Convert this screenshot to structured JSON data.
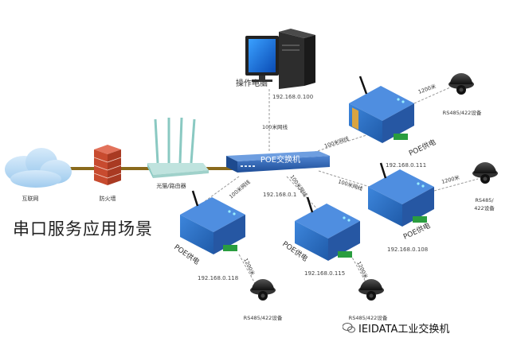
{
  "title": "串口服务应用场景",
  "watermark": "IEIDATA工业交换机",
  "nodes": {
    "internet": "互联网",
    "firewall": "防火墙",
    "router": "光猫/路由器",
    "pc": "操作电脑",
    "switch": "POE交换机",
    "switch_ip": "192.168.0.1",
    "pc_ip": "192.168.0.100"
  },
  "links": {
    "pc_switch": "100米网线",
    "sw_s1": "100米网线",
    "sw_s2": "100米网线",
    "sw_s3": "100米网线",
    "sw_s4": "100米网线"
  },
  "servers": [
    {
      "id": "s1",
      "ip": "192.168.0.111",
      "poe": "POE供电",
      "cable": "1200米",
      "device": "RS485/422设备"
    },
    {
      "id": "s2",
      "ip": "192.168.0.108",
      "poe": "POE供电",
      "cable": "1200米",
      "device": "RS485/\n422设备"
    },
    {
      "id": "s3",
      "ip": "192.168.0.115",
      "poe": "POE供电",
      "cable": "1200米",
      "device": "RS485/422设备"
    },
    {
      "id": "s4",
      "ip": "192.168.0.118",
      "poe": "POE供电",
      "cable": "1200米",
      "device": "RS485/422设备"
    }
  ],
  "colors": {
    "switch": "#2a5ba8",
    "server": "#2b6fc4",
    "cable": "#8a6a1c",
    "dashed": "#999999"
  }
}
